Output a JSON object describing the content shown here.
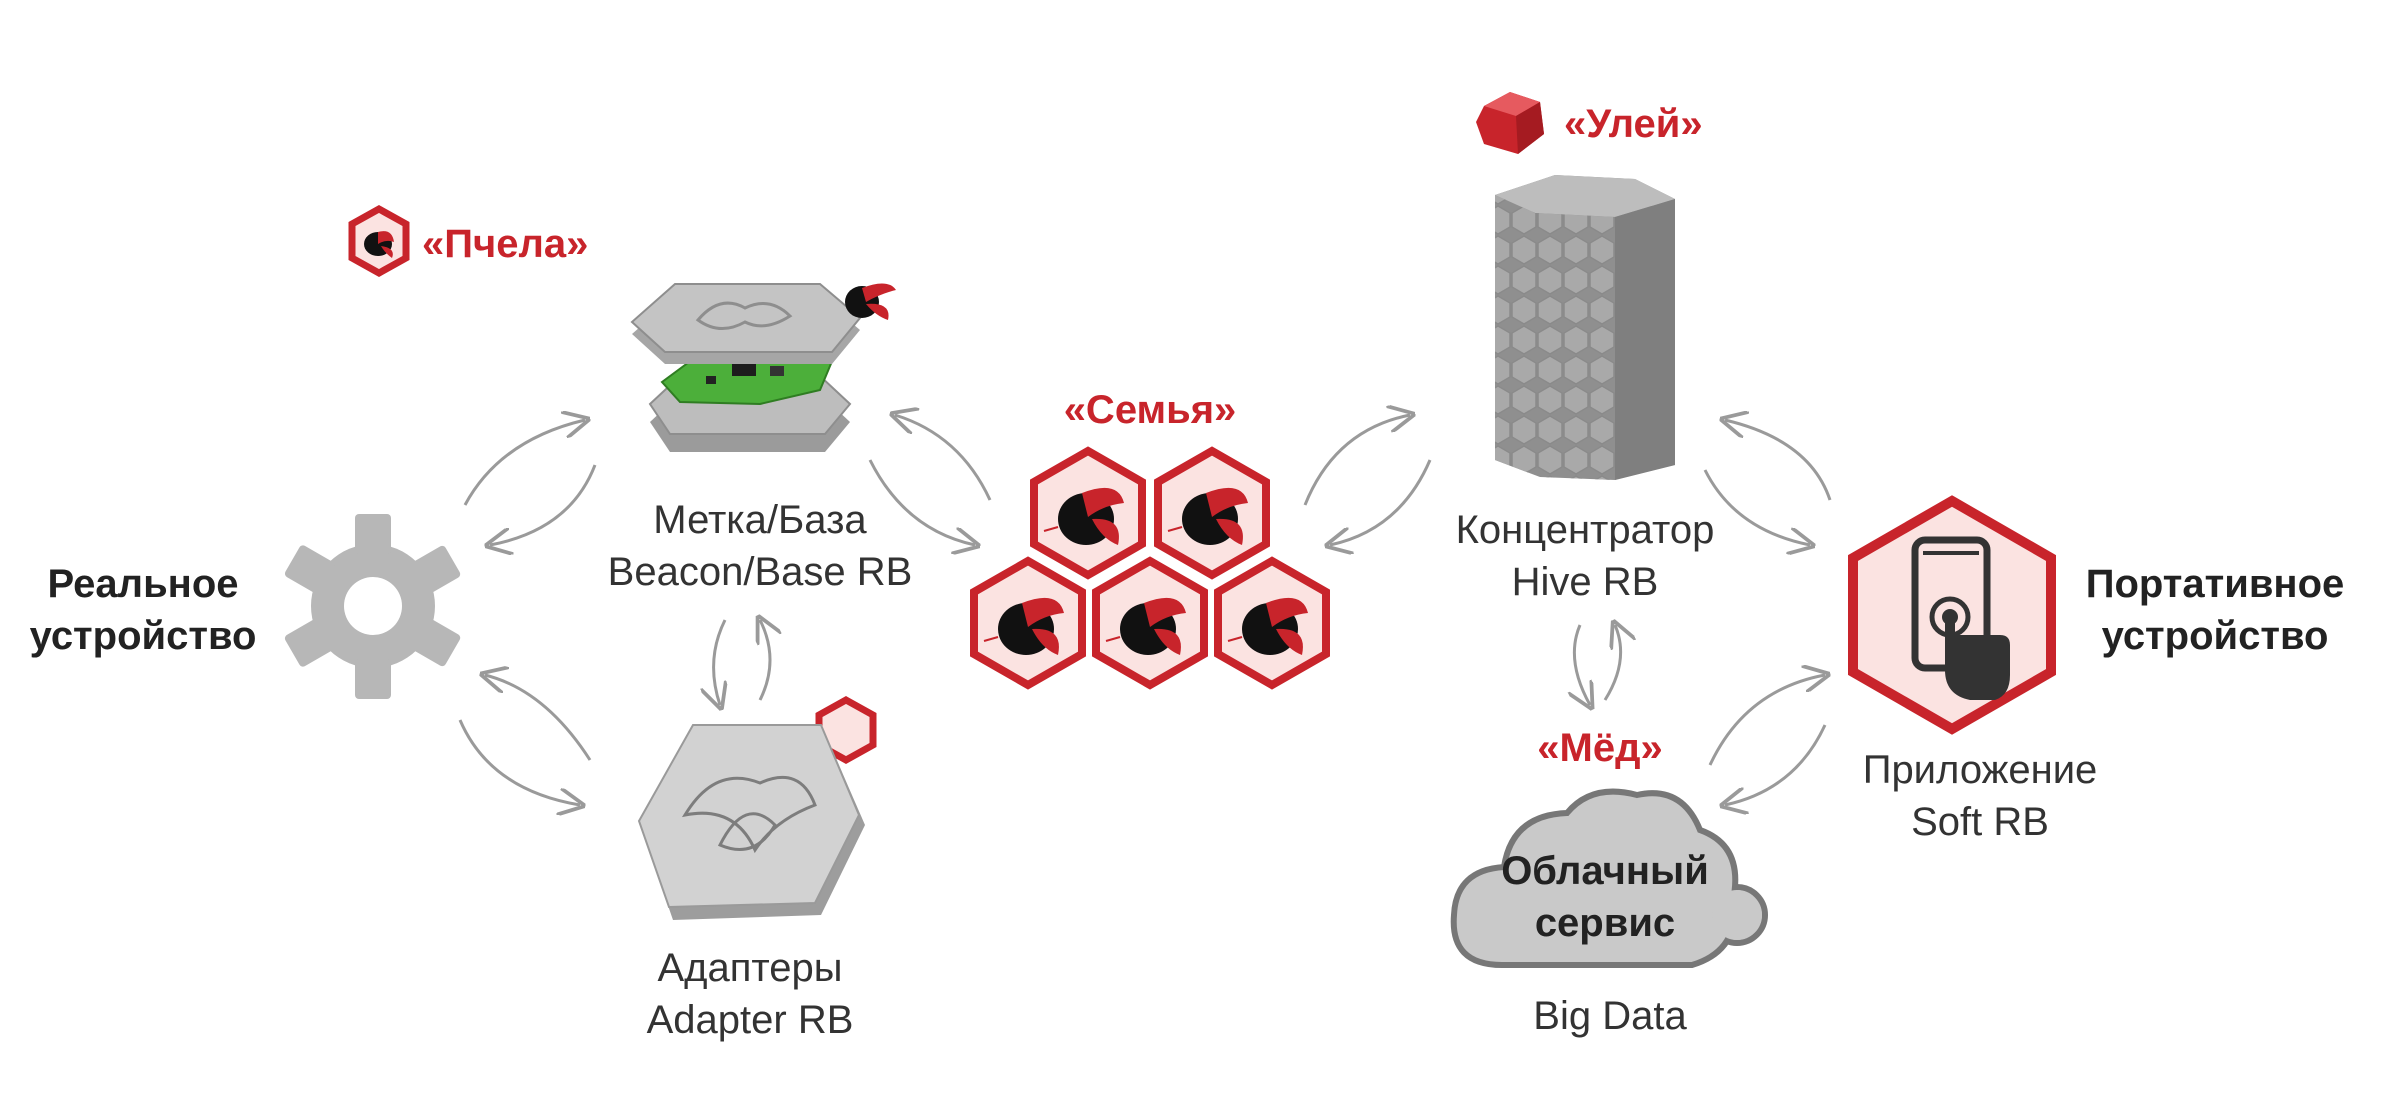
{
  "left_device": {
    "line1": "Реальное",
    "line2": "устройство"
  },
  "right_device": {
    "line1": "Портативное",
    "line2": "устройство"
  },
  "bee": {
    "title": "«Пчела»",
    "line1": "Метка/База",
    "line2": "Beacon/Base RB"
  },
  "adapter": {
    "line1": "Адаптеры",
    "line2": "Adapter RB"
  },
  "family": {
    "title": "«Семья»"
  },
  "hive": {
    "title": "«Улей»",
    "line1": "Концентратор",
    "line2": "Hive RB"
  },
  "honey": {
    "title": "«Мёд»",
    "cloud_line1": "Облачный",
    "cloud_line2": "сервис",
    "caption": "Big Data"
  },
  "app": {
    "line1": "Приложение",
    "line2": "Soft RB"
  },
  "colors": {
    "accent": "#c8242b",
    "accent_light": "#fbe3e1",
    "gray": "#b3b3b3",
    "arrow": "#9a9a9a"
  }
}
